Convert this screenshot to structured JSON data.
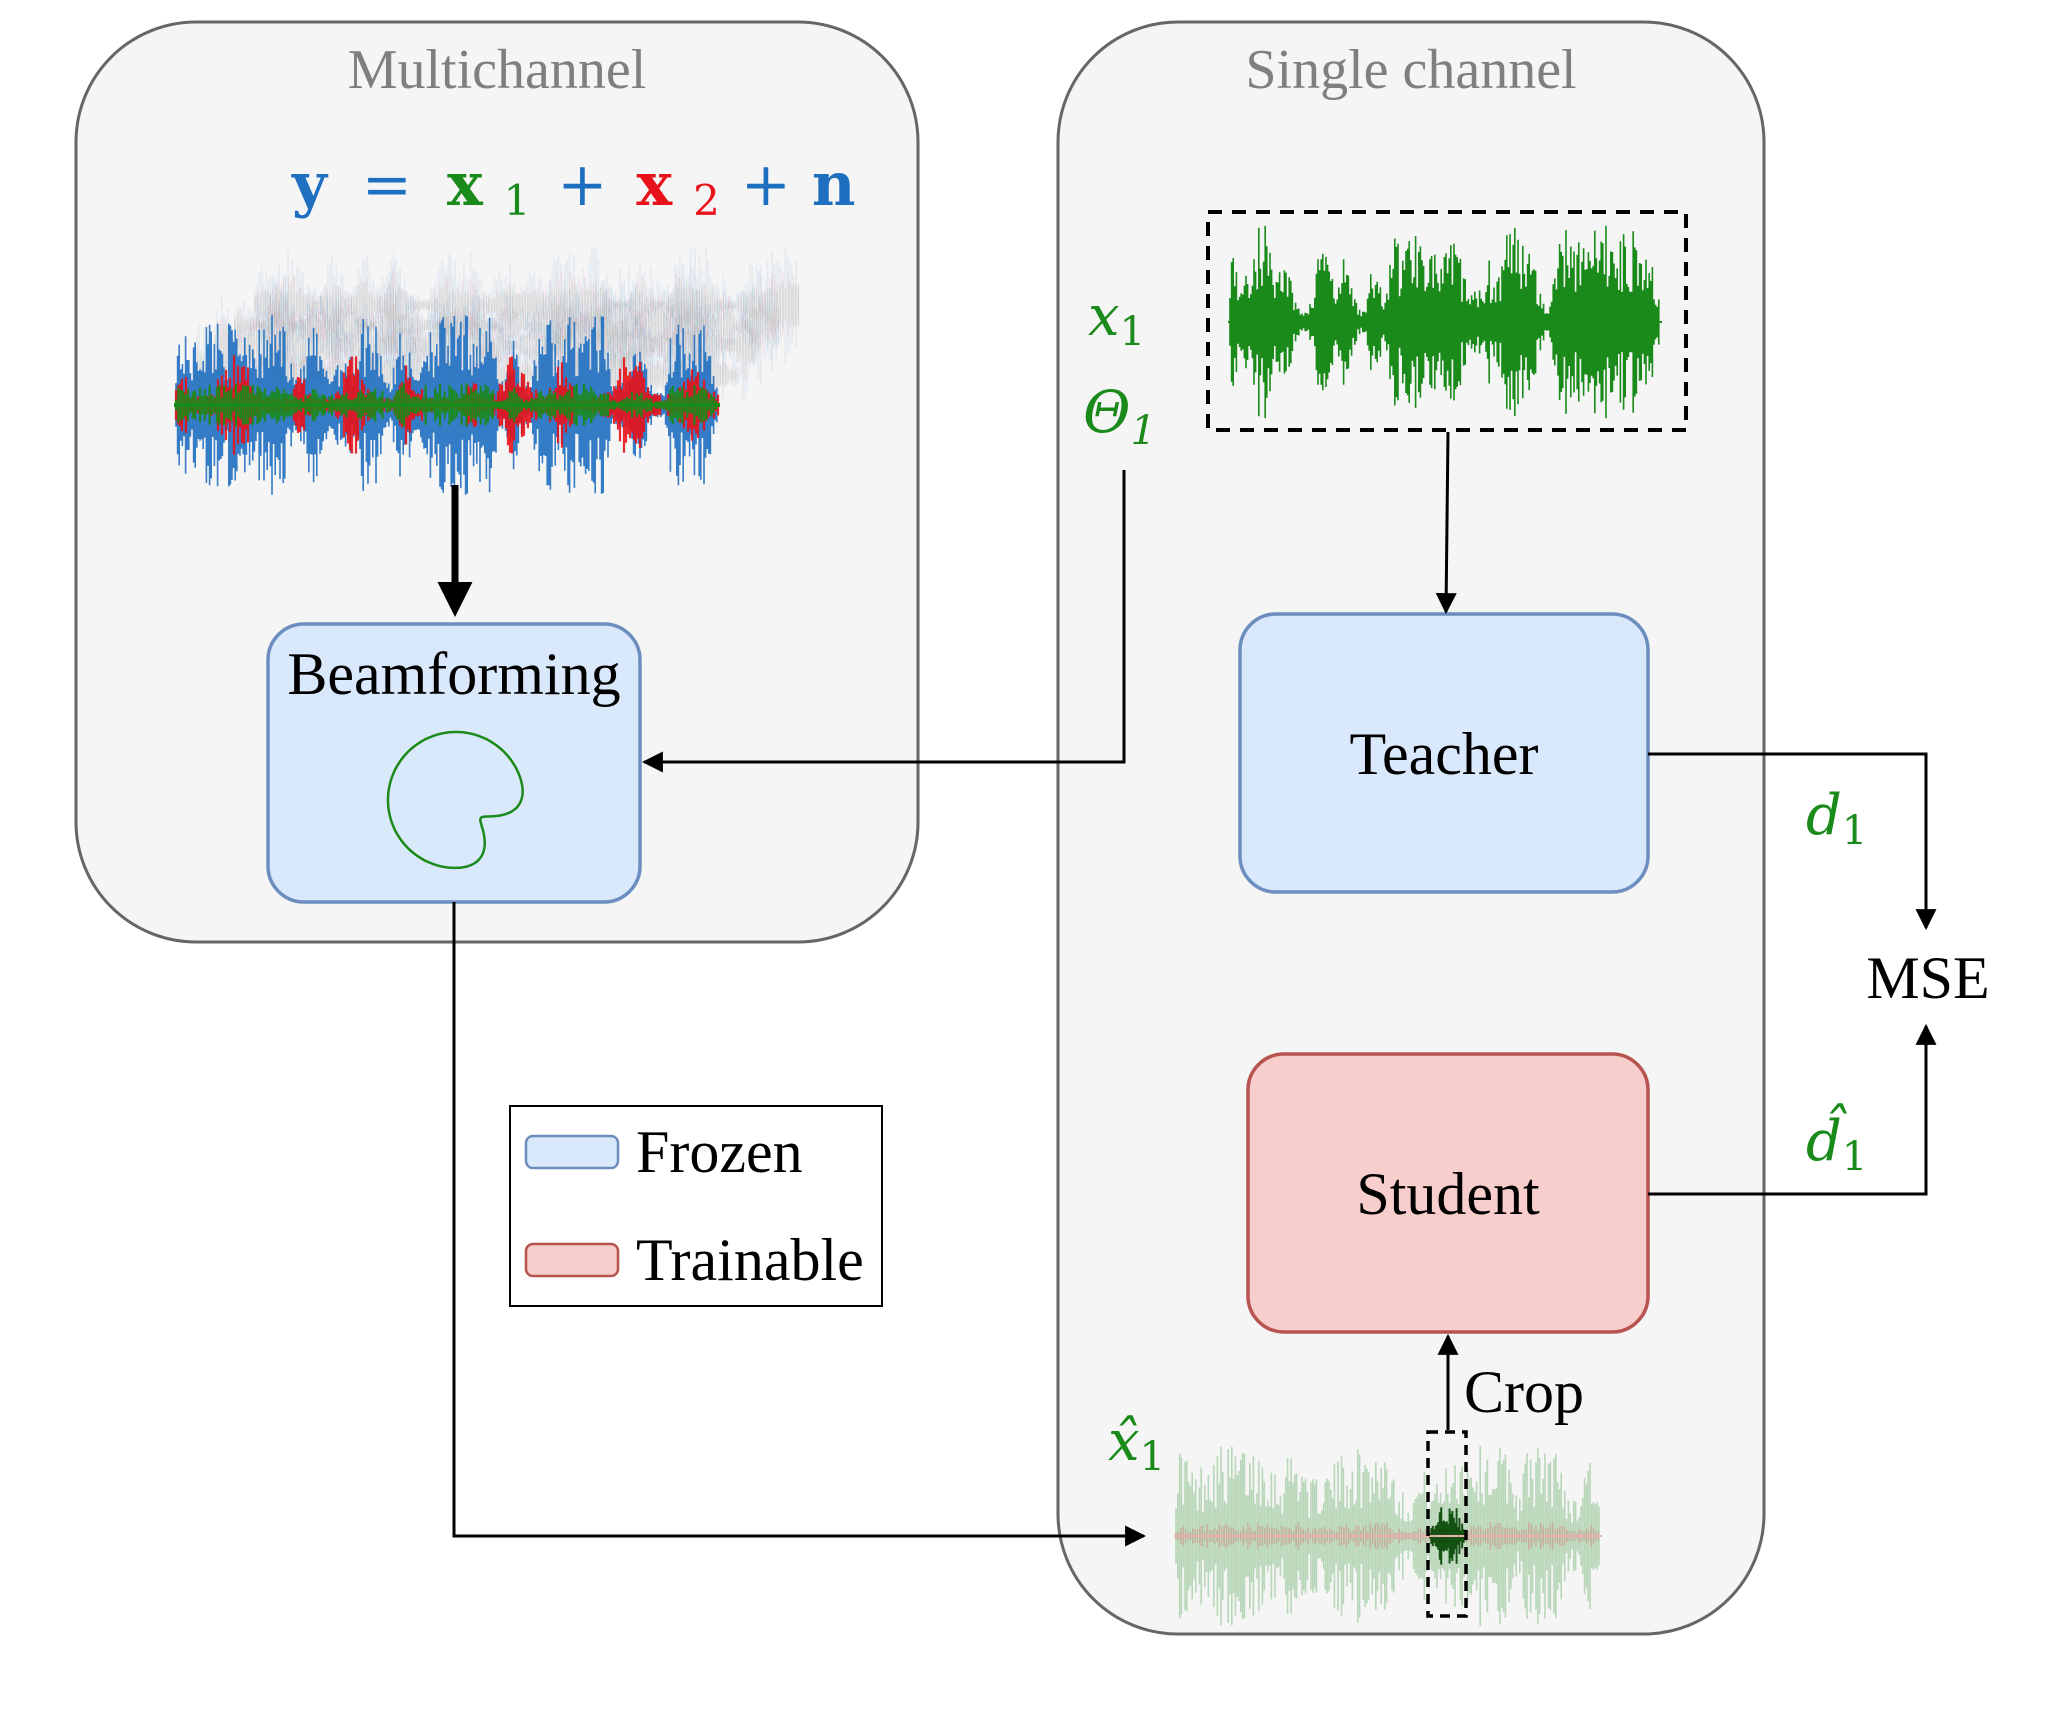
{
  "panels": {
    "multichannel_title": "Multichannel",
    "single_channel_title": "Single channel"
  },
  "equation": {
    "y": "y",
    "eq": "=",
    "x": "x",
    "sub1": "1",
    "plus1": "+",
    "x2": "x",
    "sub2": "2",
    "plus2": "+",
    "n": "n"
  },
  "blocks": {
    "beamforming": "Beamforming",
    "teacher": "Teacher",
    "student": "Student"
  },
  "labels": {
    "x1_var": "x",
    "x1_sub": "1",
    "theta_var": "Θ",
    "theta_sub": "1",
    "d1_var": "d",
    "d1_sub": "1",
    "dhat_var": "d̂",
    "dhat_sub": "1",
    "xhat_var": "x̂",
    "xhat_sub": "1",
    "mse": "MSE",
    "crop": "Crop"
  },
  "legend": {
    "frozen": "Frozen",
    "trainable": "Trainable"
  },
  "colors": {
    "frozen_fill": "#dae8fc",
    "frozen_stroke": "#6c8ebf",
    "trainable_fill": "#f8cecc",
    "trainable_stroke": "#b85450",
    "panel_fill": "#f5f5f5",
    "panel_stroke": "#666666",
    "green": "#1a8a1a",
    "blue": "#1f6fc0",
    "red": "#e8121a"
  }
}
